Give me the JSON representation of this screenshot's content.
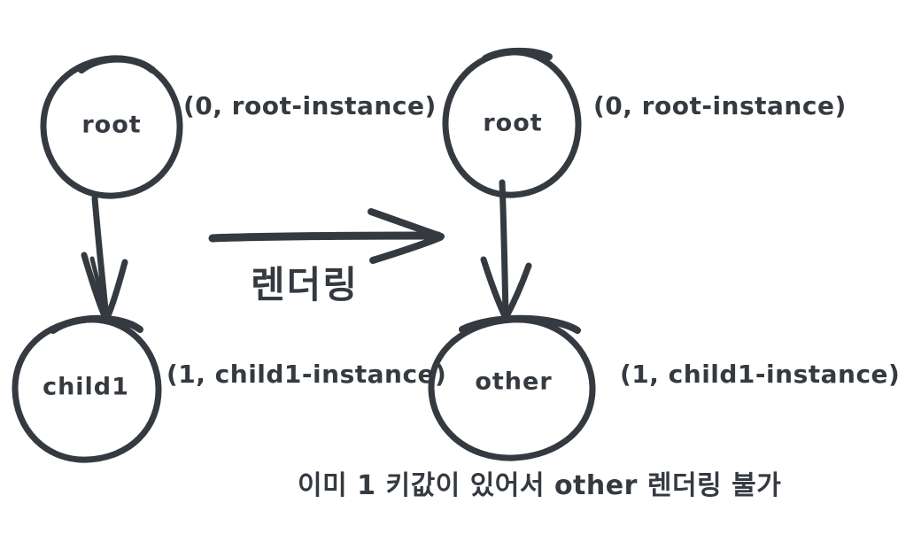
{
  "diagram": {
    "stroke_color": "#343a40",
    "background_color": "#ffffff",
    "before_tree": {
      "root_node": {
        "label": "root",
        "annotation": "(0, root-instance)"
      },
      "child_node": {
        "label": "child1",
        "annotation": "(1, child1-instance)"
      }
    },
    "transition": {
      "label": "렌더링"
    },
    "after_tree": {
      "root_node": {
        "label": "root",
        "annotation": "(0, root-instance)"
      },
      "child_node": {
        "label": "other",
        "annotation": "(1, child1-instance)"
      }
    },
    "note": "이미 1 키값이 있어서 other 렌더링 불가"
  }
}
